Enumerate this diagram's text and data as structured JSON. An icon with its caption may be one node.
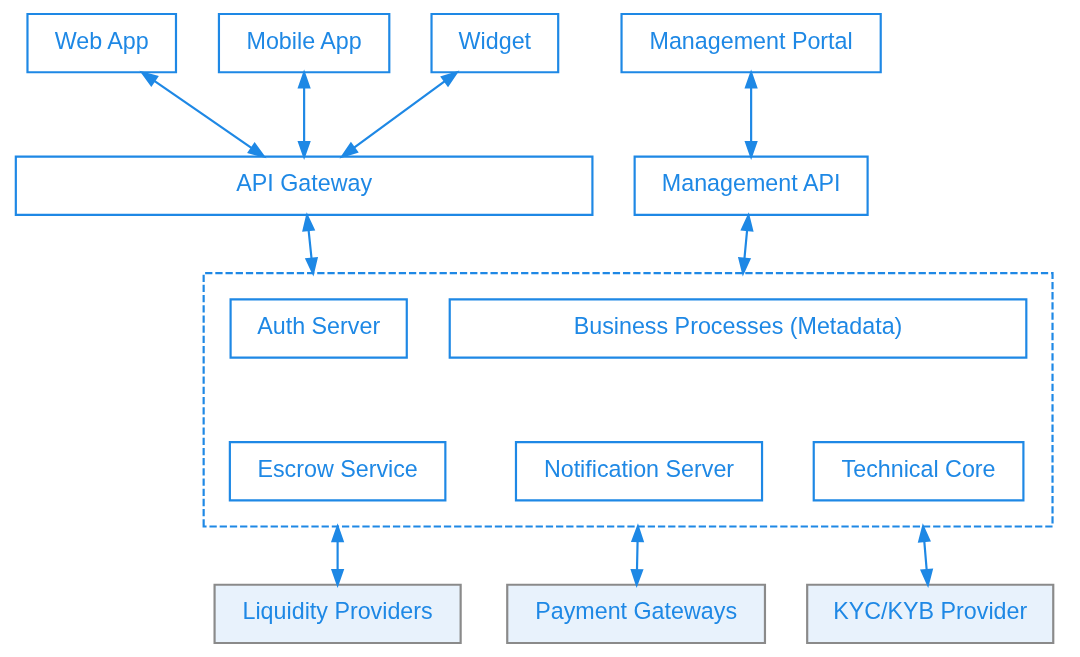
{
  "diagram": {
    "nodes": [
      {
        "text": [
          "Web App"
        ]
      },
      {
        "text": [
          "Mobile App"
        ]
      },
      {
        "text": [
          "Widget"
        ]
      },
      {
        "text": [
          "Management Portal"
        ]
      },
      {
        "text": [
          "API Gateway"
        ]
      },
      {
        "text": [
          "Management API"
        ]
      },
      {
        "text": [],
        "shape": "box"
      },
      {
        "text": [
          "Auth Server"
        ],
        "in": 6
      },
      {
        "text": [
          "Business Processes (Metadata)"
        ],
        "in": 6
      },
      {
        "text": [
          "Escrow Service"
        ],
        "in": 6
      },
      {
        "text": [
          "Notification Server"
        ],
        "in": 6
      },
      {
        "text": [
          "Technical Core"
        ],
        "in": 6
      },
      {
        "text": [
          "Liquidity Providers"
        ]
      },
      {
        "text": [
          "Payment Gateways"
        ]
      },
      {
        "text": [
          "KYC/KYB Provider"
        ]
      }
    ],
    "edges": [
      {
        "from": 0,
        "to": 4,
        "arrow": "both"
      },
      {
        "from": 1,
        "to": 4,
        "arrow": "both"
      },
      {
        "from": 2,
        "to": 4,
        "arrow": "both"
      },
      {
        "from": 3,
        "to": 5,
        "arrow": "both"
      },
      {
        "from": 4,
        "to": 6,
        "arrow": "both"
      },
      {
        "from": 5,
        "to": 6,
        "arrow": "both"
      },
      {
        "from": 6,
        "to": 12,
        "arrow": "both"
      },
      {
        "from": 6,
        "to": 13,
        "arrow": "both"
      },
      {
        "from": 6,
        "to": 14,
        "arrow": "both"
      }
    ]
  }
}
